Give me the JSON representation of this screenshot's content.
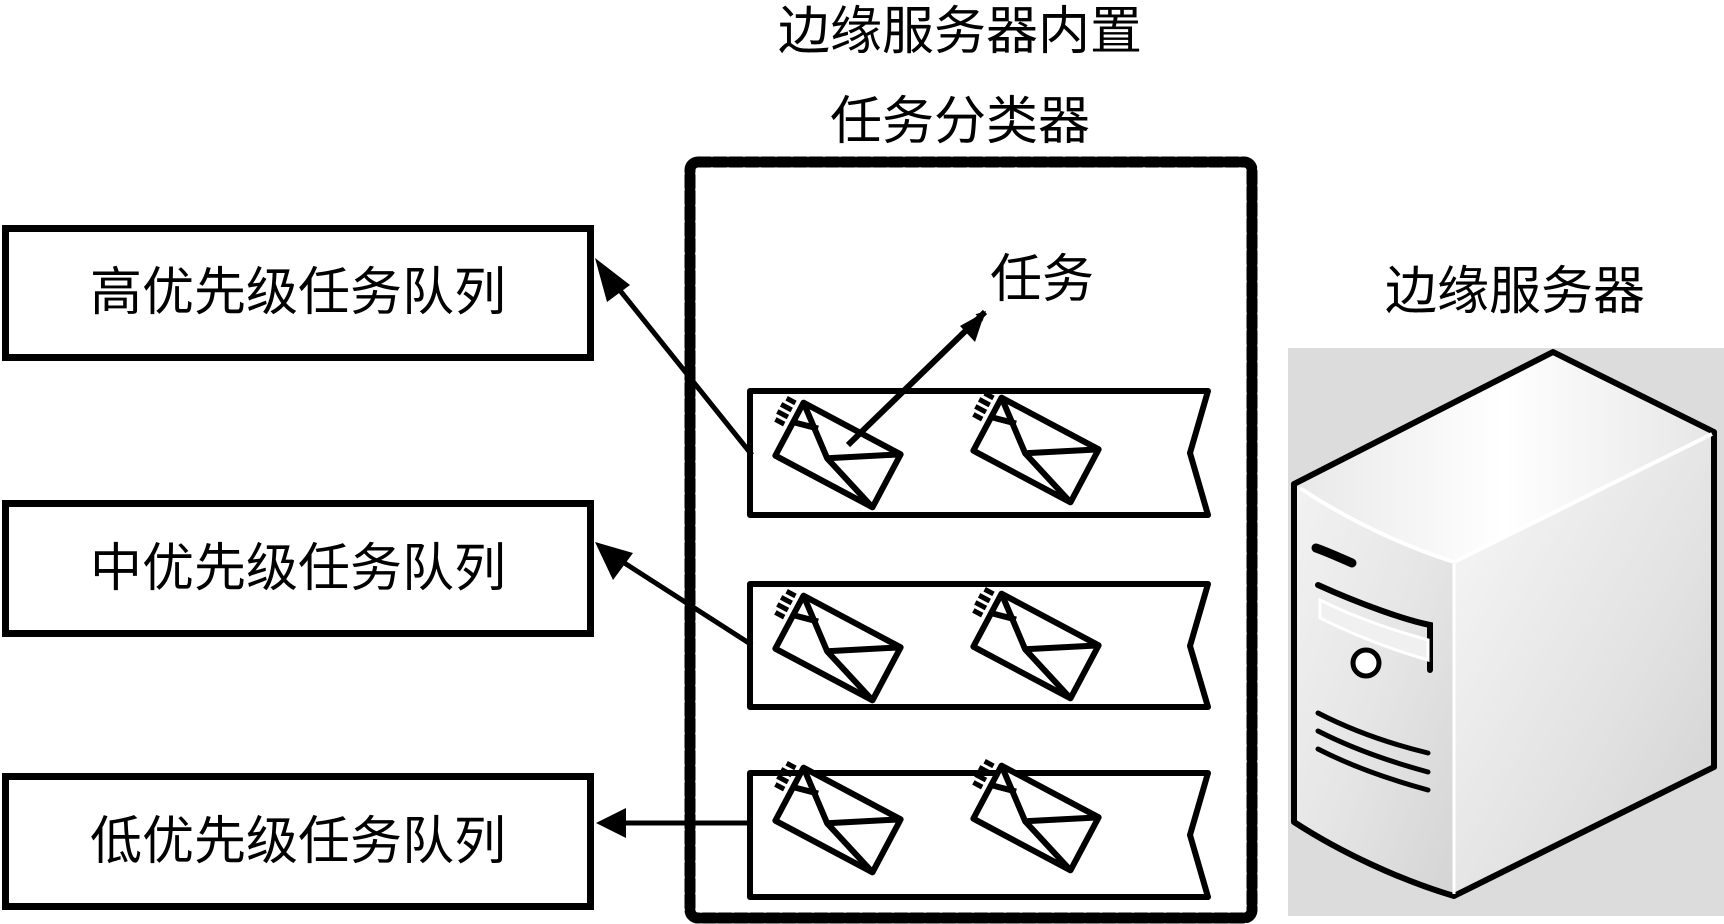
{
  "diagram": {
    "classifier_title_line1": "边缘服务器内置",
    "classifier_title_line2": "任务分类器",
    "task_label": "任务",
    "server_label": "边缘服务器",
    "queues": [
      {
        "label": "高优先级任务队列",
        "priority": "high"
      },
      {
        "label": "中优先级任务队列",
        "priority": "medium"
      },
      {
        "label": "低优先级任务队列",
        "priority": "low"
      }
    ],
    "envelopes_per_strip": 2,
    "colors": {
      "stroke": "#000000",
      "background": "#ffffff",
      "server_fill": "#d9d9d9"
    }
  }
}
